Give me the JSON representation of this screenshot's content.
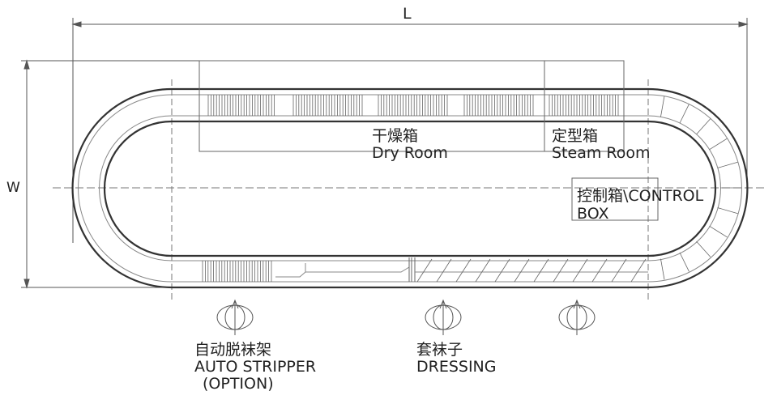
{
  "dimensions": {
    "length_label": "L",
    "width_label": "W"
  },
  "sections": {
    "dry_room": {
      "cn": "干燥箱",
      "en": "Dry Room"
    },
    "steam_room": {
      "cn": "定型箱",
      "en": "Steam Room"
    },
    "control_box": {
      "line1": "控制箱\\CONTROL",
      "line2": "BOX"
    },
    "auto_stripper": {
      "cn": "自动脱袜架",
      "en": "AUTO STRIPPER",
      "note": "(OPTION)"
    },
    "dressing": {
      "cn": "套袜子",
      "en": "DRESSING"
    }
  },
  "colors": {
    "line": "#444444",
    "thin": "#777777"
  }
}
